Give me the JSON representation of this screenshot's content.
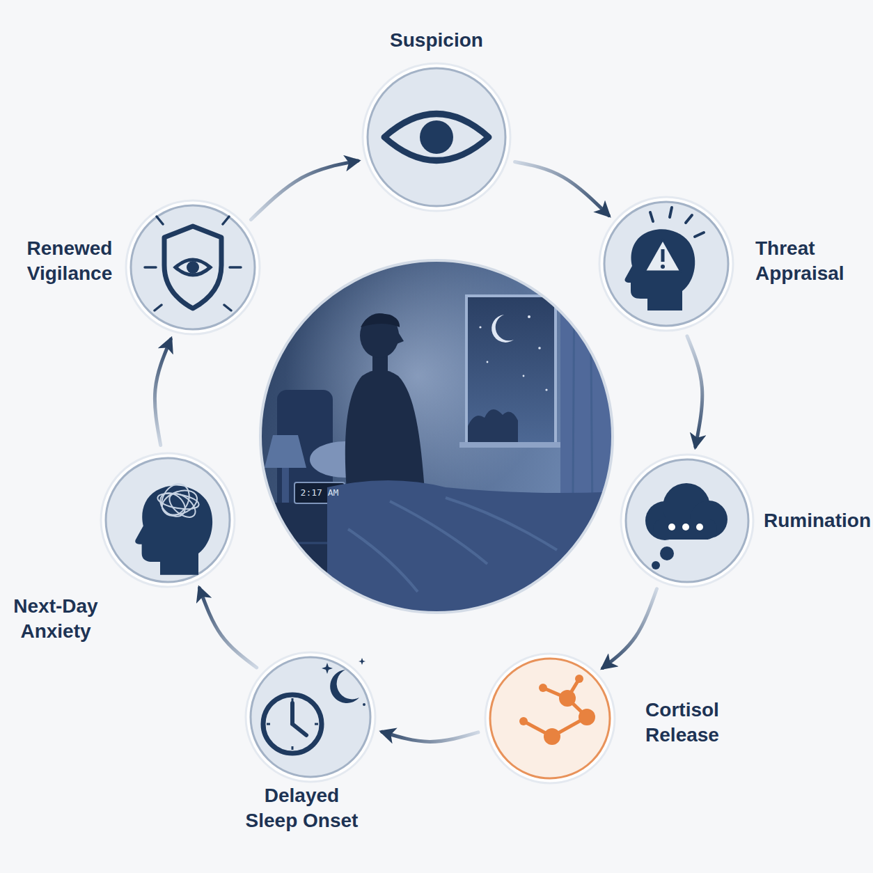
{
  "diagram": {
    "nodes": [
      {
        "text": [
          "Suspicion"
        ]
      },
      {
        "text": [
          "Threat Appraisal"
        ]
      },
      {
        "text": [
          "Rumination"
        ]
      },
      {
        "text": [
          "Cortisol Release"
        ]
      },
      {
        "text": [
          "Delayed Sleep Onset"
        ]
      },
      {
        "text": [
          "Next-Day Anxiety"
        ]
      },
      {
        "text": [
          "Renewed Vigilance"
        ]
      }
    ],
    "edges": [
      {
        "from": 0,
        "to": 1,
        "arrow": "to"
      },
      {
        "from": 1,
        "to": 2,
        "arrow": "to"
      },
      {
        "from": 2,
        "to": 3,
        "arrow": "to"
      },
      {
        "from": 3,
        "to": 4,
        "arrow": "to"
      },
      {
        "from": 4,
        "to": 5,
        "arrow": "to"
      },
      {
        "from": 5,
        "to": 6,
        "arrow": "to"
      },
      {
        "from": 6,
        "to": 0,
        "arrow": "to"
      }
    ],
    "labels": [
      "2:17 AM"
    ]
  }
}
